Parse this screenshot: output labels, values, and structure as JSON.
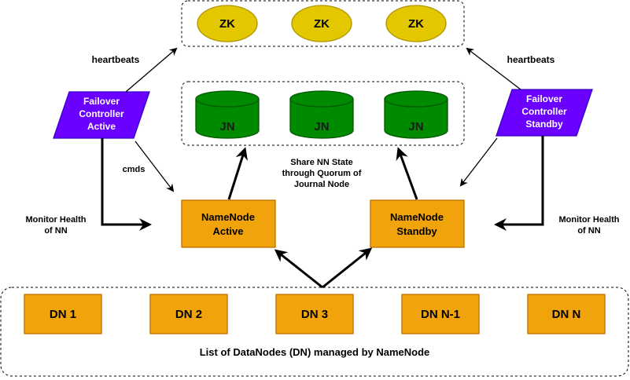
{
  "zk_nodes": [
    "ZK",
    "ZK",
    "ZK"
  ],
  "jn_nodes": [
    "JN",
    "JN",
    "JN"
  ],
  "failover_active": [
    "Failover",
    "Controller",
    "Active"
  ],
  "failover_standby": [
    "Failover",
    "Controller",
    "Standby"
  ],
  "namenode_active": [
    "NameNode",
    "Active"
  ],
  "namenode_standby": [
    "NameNode",
    "Standby"
  ],
  "heartbeats_left": "heartbeats",
  "heartbeats_right": "heartbeats",
  "cmds": "cmds",
  "share_state": [
    "Share NN State",
    "through Quorum of",
    "Journal Node"
  ],
  "monitor_left": [
    "Monitor Health",
    "of NN"
  ],
  "monitor_right": [
    "Monitor Health",
    "of NN"
  ],
  "datanodes": [
    "DN 1",
    "DN 2",
    "DN 3",
    "DN N-1",
    "DN N"
  ],
  "datanodes_caption": "List of DataNodes (DN) managed by NameNode",
  "colors": {
    "zk_fill": "#e3c800",
    "zk_stroke": "#b09500",
    "jn_fill": "#008a00",
    "jn_stroke": "#005700",
    "failover_fill": "#6a00ff",
    "failover_stroke": "#3700cc",
    "node_fill": "#f0a30a",
    "node_stroke": "#bd7000"
  }
}
